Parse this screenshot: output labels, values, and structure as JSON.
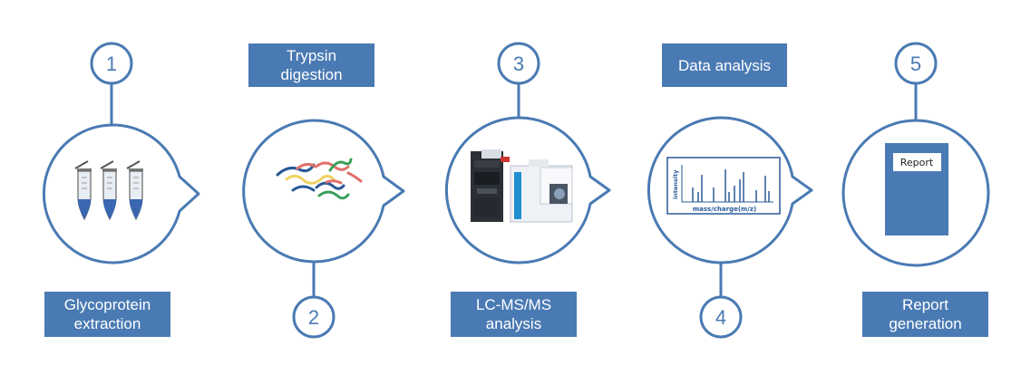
{
  "steps": [
    {
      "number": "1",
      "label": "Glycoprotein\nextraction",
      "icon": "tubes-icon"
    },
    {
      "number": "2",
      "label": "Trypsin\ndigestion",
      "icon": "peptides-icon"
    },
    {
      "number": "3",
      "label": "LC-MS/MS\nanalysis",
      "icon": "instrument-icon"
    },
    {
      "number": "4",
      "label": "Data analysis",
      "icon": "spectrum-icon"
    },
    {
      "number": "5",
      "label": "Report\ngeneration",
      "icon": "report-icon"
    }
  ],
  "spectrum": {
    "ylabel": "intensity",
    "xlabel": "mass/charge(m/z)"
  },
  "report": {
    "title": "Report"
  },
  "colors": {
    "line": "#4a7ab3",
    "box": "#4a7ab3",
    "text": "#ffffff",
    "peptides": [
      "#2a5a98",
      "#e0706a",
      "#f0d264",
      "#3aa05a"
    ]
  }
}
